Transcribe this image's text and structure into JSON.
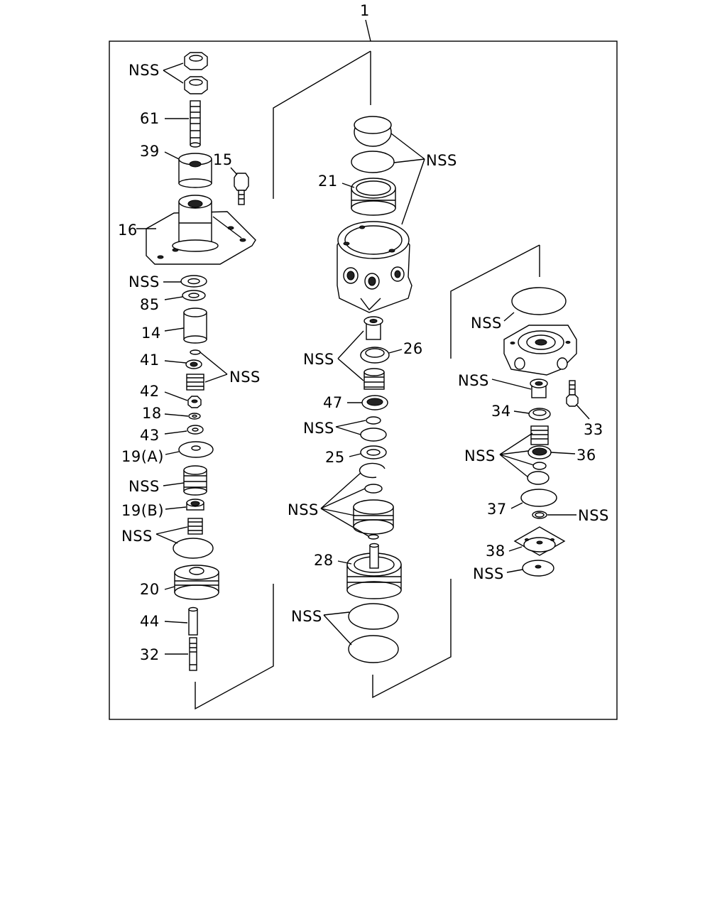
{
  "diagram": {
    "assembly_callout": "1",
    "labels": {
      "nss": "NSS",
      "p61": "61",
      "p39": "39",
      "p15": "15",
      "p16": "16",
      "p85": "85",
      "p14": "14",
      "p41": "41",
      "p42": "42",
      "p18": "18",
      "p43": "43",
      "p19a": "19(A)",
      "p19b": "19(B)",
      "p20": "20",
      "p44": "44",
      "p32": "32",
      "p21": "21",
      "p26": "26",
      "p47": "47",
      "p25": "25",
      "p28": "28",
      "p34": "34",
      "p33": "33",
      "p36": "36",
      "p37": "37",
      "p38": "38"
    }
  }
}
